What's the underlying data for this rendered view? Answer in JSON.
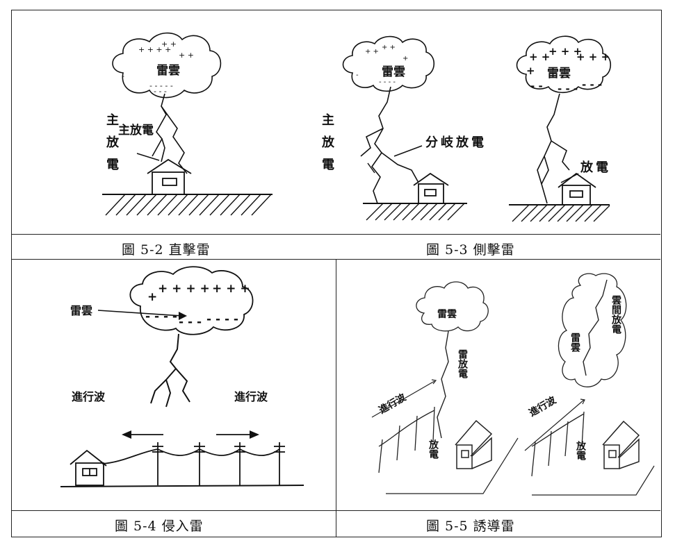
{
  "figures": [
    {
      "caption": "圖 5-2 直擊雷",
      "labels": {
        "cloud": "雷雲",
        "discharge": "主放電"
      }
    },
    {
      "caption": "圖 5-3 側擊雷",
      "labels": {
        "cloud_a": "雷雲",
        "main_discharge": "主放電",
        "branch_discharge": "分岐放電",
        "cloud_b": "雷雲",
        "discharge_b": "放電"
      }
    },
    {
      "caption": "圖 5-4 侵入雷",
      "labels": {
        "cloud": "雷雲",
        "wave_left": "進行波",
        "wave_right": "進行波"
      }
    },
    {
      "caption": "圖 5-5 誘導雷",
      "labels": {
        "cloud_a": "雷雲",
        "lightning_discharge": "雷放電",
        "wave_a": "進行波",
        "discharge_a": "放電",
        "cloud_b": "雷雲",
        "intercloud_discharge": "雲間放電",
        "wave_b": "進行波",
        "discharge_b": "放電"
      }
    }
  ]
}
